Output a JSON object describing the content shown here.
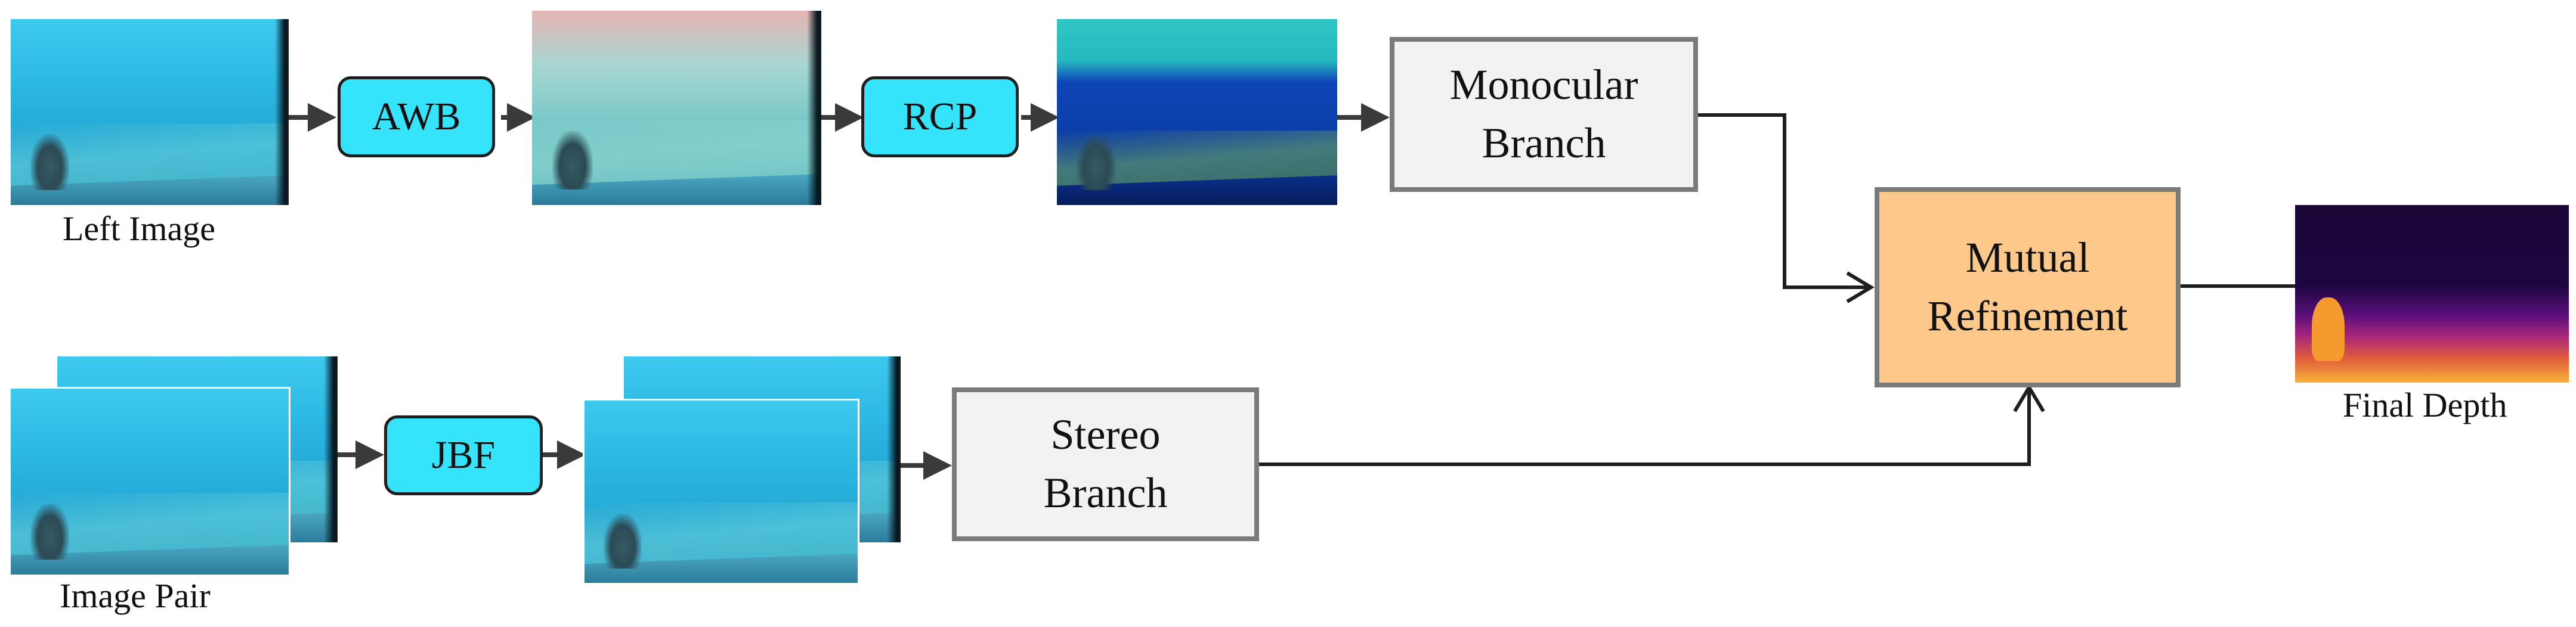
{
  "captions": {
    "left_image": "Left Image",
    "image_pair": "Image Pair",
    "final_depth": "Final Depth"
  },
  "operations": {
    "awb": "AWB",
    "rcp": "RCP",
    "jbf": "JBF"
  },
  "branches": {
    "monocular": [
      "Monocular",
      "Branch"
    ],
    "stereo": [
      "Stereo",
      "Branch"
    ],
    "fusion": [
      "Mutual",
      "Refinement"
    ]
  },
  "colors": {
    "operation_fill": "#35e3fb",
    "branch_fill": "#f2f2f2",
    "fusion_fill": "#fdc98b",
    "branch_border": "#7a7a7a",
    "arrow": "#1e1e1e"
  }
}
